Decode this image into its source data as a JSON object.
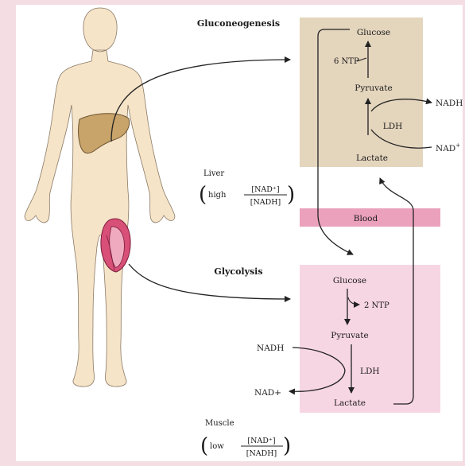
{
  "liver_pathway": {
    "title": "Gluconeogenesis",
    "glucose": "Glucose",
    "ntp_cost": "6 NTP",
    "pyruvate": "Pyruvate",
    "enzyme": "LDH",
    "lactate": "Lactate",
    "nadh_out": "NADH",
    "nad_in": "NAD",
    "nad_in_sup": "+"
  },
  "blood": {
    "label": "Blood"
  },
  "muscle_pathway": {
    "title": "Glycolysis",
    "glucose": "Glucose",
    "ntp_yield": "2 NTP",
    "pyruvate": "Pyruvate",
    "enzyme": "LDH",
    "lactate": "Lactate",
    "nadh_in": "NADH",
    "nad_out": "NAD+"
  },
  "liver_ratio": {
    "organ": "Liver",
    "qualifier": "high",
    "numerator": "[NAD⁺]",
    "denominator": "[NADH]"
  },
  "muscle_ratio": {
    "organ": "Muscle",
    "qualifier": "low",
    "numerator": "[NAD⁺]",
    "denominator": "[NADH]"
  },
  "colors": {
    "background": "#f4dde3",
    "page": "#ffffff",
    "liver_box": "#e4d5bd",
    "muscle_box": "#f7d6e3",
    "blood_band": "#eba1bb",
    "liver_organ": "#c8a36a",
    "muscle_organ": "#d84f78",
    "skin": "#f6e4c8"
  }
}
